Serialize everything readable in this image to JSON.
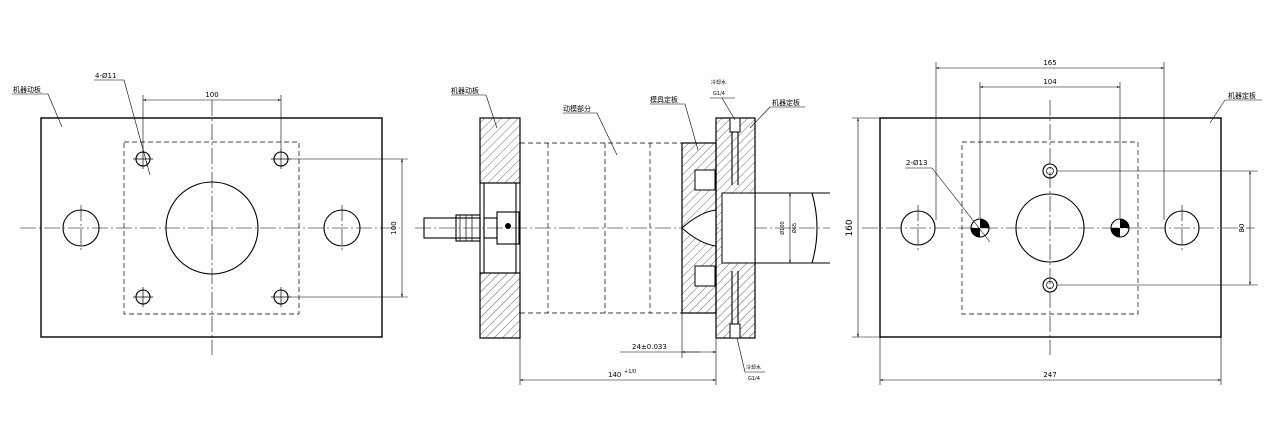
{
  "left_view": {
    "plate_label": "机器动板",
    "hole_label": "4-Ø11",
    "dim_top": "100",
    "dim_right": "100"
  },
  "middle_view": {
    "plate_left_label": "机器动板",
    "mold_part_label": "动模部分",
    "mold_plate_label": "模具定板",
    "machine_plate_label": "机器定板",
    "cooling_top_label": "冷却水",
    "cooling_top_thread": "G1/4",
    "cooling_bottom_label": "冷却水",
    "cooling_bottom_thread": "G1/4",
    "dim_24": "24±0.033",
    "dim_140": "140",
    "dim_140_tol": "+1/0",
    "dim_inner_1": "Ø100",
    "dim_inner_2": "Ø65"
  },
  "right_view": {
    "plate_label": "机器定板",
    "hole_label": "2-Ø13",
    "dim_165": "165",
    "dim_104": "104",
    "dim_160": "160",
    "dim_80": "80",
    "dim_247": "247"
  }
}
